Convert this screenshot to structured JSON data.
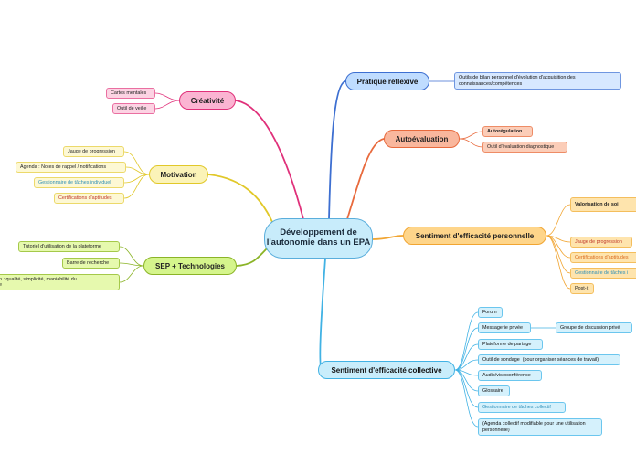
{
  "root": {
    "label": "Développement de l'autonomie dans un EPA"
  },
  "branches": {
    "creativite": {
      "label": "Créativité",
      "color": "#e0307a",
      "leaves": [
        "Cartes mentales",
        "Outil de veille"
      ]
    },
    "motivation": {
      "label": "Motivation",
      "color": "#e1c829",
      "leaves": [
        "Jauge de progression",
        "Agenda : Notes de rappel / notifications",
        "Gestionnaire de tâches individuel",
        "Certifications d'aptitudes"
      ]
    },
    "sep": {
      "label": "SEP + Technologies",
      "color": "#8bb427",
      "leaves": [
        "Tutoriel d'utilisation de la plateforme",
        "Barre de recherche",
        "n : qualité, simplicité, maniabilité du\ne"
      ]
    },
    "pratique": {
      "label": "Pratique réflexive",
      "color": "#3d6fd1",
      "leaves": [
        "Outils de bilan personnel d'évolution d'acquisition des connaissances/compétences"
      ]
    },
    "autoevaluation": {
      "label": "Autoévaluation",
      "color": "#e86a3d",
      "leaves": [
        "Autorégulation",
        "Outil d'évaluation diagnostique"
      ]
    },
    "sentiment_perso": {
      "label": "Sentiment d'efficacité personnelle",
      "color": "#f1a532",
      "leaves": [
        "Valorisation de soi",
        "Jauge de progression",
        "Certifications d'aptitudes",
        "Gestionnaire de tâches i",
        "Post-it"
      ]
    },
    "sentiment_coll": {
      "label": "Sentiment d'efficacité collective",
      "color": "#41b2e4",
      "leaves": [
        "Forum",
        "Messagerie privée",
        "Groupe de discussion privé",
        "Plateforme de partage",
        "Outil de sondage",
        "(pour organiser séances de travail)",
        "Audio/visioconférence",
        "Glossaire",
        "Gestionnaire de tâches collectif",
        "(Agenda collectif modifiable pour une utilisation personnelle)"
      ]
    }
  }
}
